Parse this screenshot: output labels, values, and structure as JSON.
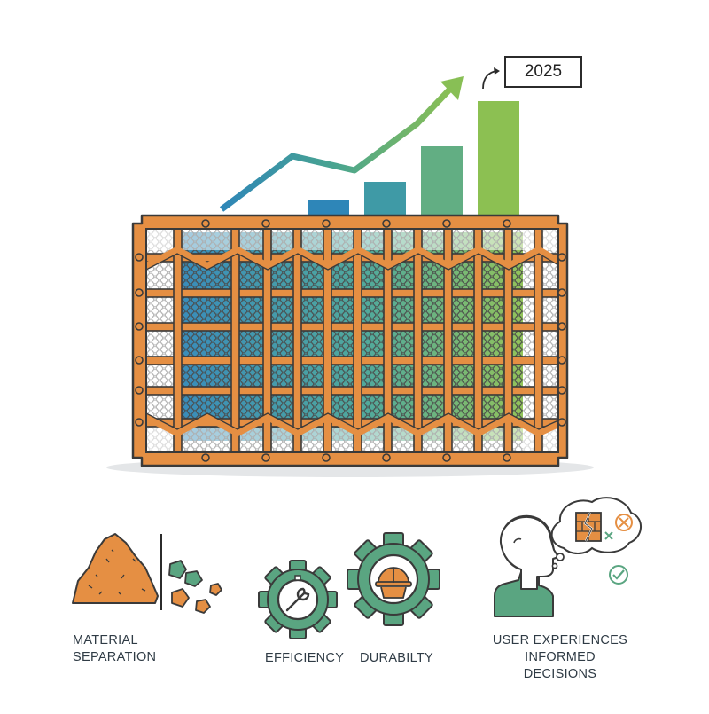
{
  "year_label": "2025",
  "labels": {
    "material_line1": "MATERIAL",
    "material_line2": "SEPARATION",
    "efficiency": "EFFICIENCY",
    "durability": "DURABILTY",
    "user_line1": "USER EXPERIENCES",
    "user_line2": "INFORMED DECISIONS"
  },
  "colors": {
    "frame": "#e58f43",
    "frame_stroke": "#3a3a3a",
    "blue": "#2e86b8",
    "teal": "#49a79a",
    "green": "#8cc052",
    "icon_green": "#5aa581",
    "text": "#2f3b45"
  },
  "icons": [
    "screen-panel-icon",
    "growth-arrow-icon",
    "ore-pile-icon",
    "efficiency-gear-icon",
    "durability-gear-icon",
    "person-thinking-icon",
    "cracked-panel-icon",
    "reject-icon",
    "accept-icon"
  ]
}
